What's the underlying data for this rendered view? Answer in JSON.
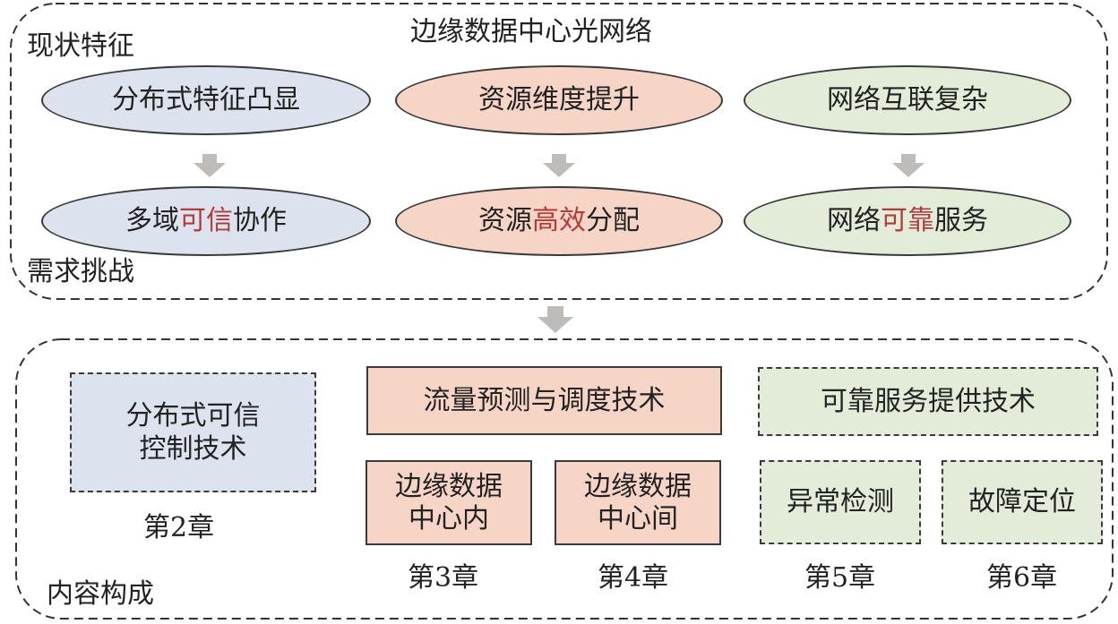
{
  "top": {
    "title": "边缘数据中心光网络",
    "label_features": "现状特征",
    "label_challenges": "需求挑战",
    "features": [
      "分布式特征凸显",
      "资源维度提升",
      "网络互联复杂"
    ],
    "challenges": [
      {
        "pre": "多域",
        "hl": "可信",
        "post": "协作"
      },
      {
        "pre": "资源",
        "hl": "高效",
        "post": "分配"
      },
      {
        "pre": "网络",
        "hl": "可靠",
        "post": "服务"
      }
    ]
  },
  "bottom": {
    "label": "内容构成",
    "ch2_line1": "分布式可信",
    "ch2_line2": "控制技术",
    "ch2_label": "第2章",
    "traffic_title": "流量预测与调度技术",
    "intra_line1": "边缘数据",
    "intra_line2": "中心内",
    "inter_line1": "边缘数据",
    "inter_line2": "中心间",
    "ch3_label": "第3章",
    "ch4_label": "第4章",
    "reliable_title": "可靠服务提供技术",
    "anomaly": "异常检测",
    "fault": "故障定位",
    "ch5_label": "第5章",
    "ch6_label": "第6章"
  },
  "colors": {
    "blue_fill": "#dce3ee",
    "orange_fill": "#f7d5c6",
    "green_fill": "#e2ecd8",
    "highlight": "#b33b3b",
    "arrow": "#bfbbb8"
  }
}
